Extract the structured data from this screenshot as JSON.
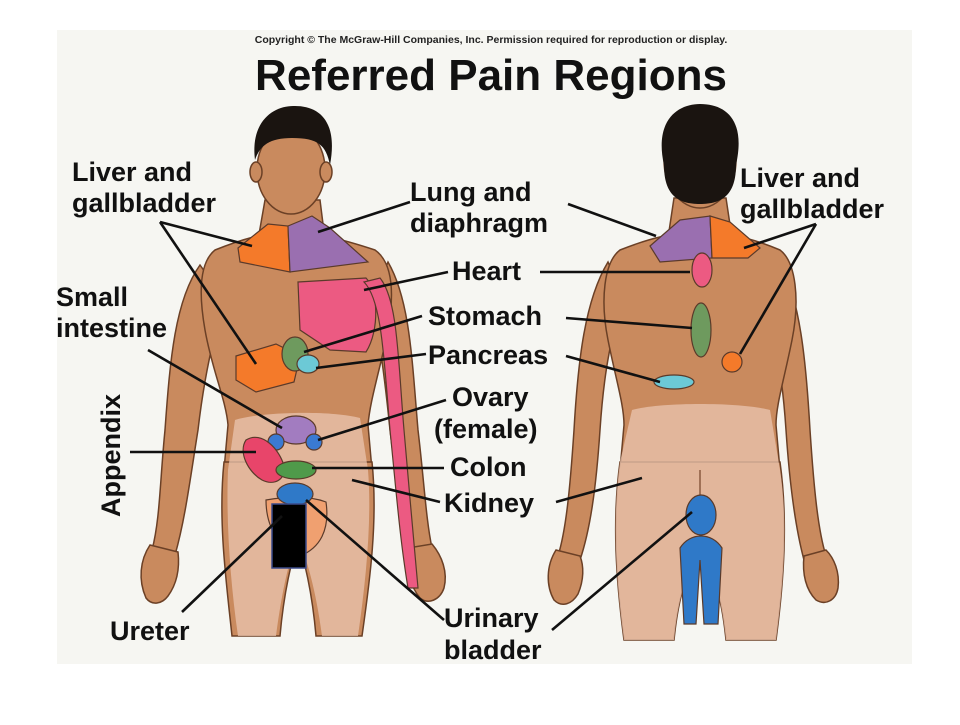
{
  "copyright": "Copyright © The McGraw-Hill Companies, Inc. Permission required for reproduction or display.",
  "title": "Referred Pain Regions",
  "colors": {
    "liver_gallbladder": "#f47a2a",
    "lung_diaphragm": "#9a6fb0",
    "heart": "#ec5a82",
    "stomach": "#6e9a5e",
    "pancreas": "#6cc9d6",
    "small_intestine": "#a27cc0",
    "ovary": "#3a7ad2",
    "appendix": "#e8456a",
    "colon": "#4f9a4a",
    "kidney": "#e9c4b0",
    "ureter": "#f0a070",
    "urinary_bladder": "#2f79c8"
  },
  "labels": {
    "liver_front_1": "Liver and",
    "liver_front_2": "gallbladder",
    "small_int_1": "Small",
    "small_int_2": "intestine",
    "appendix": "Appendix",
    "ureter": "Ureter",
    "lung_1": "Lung and",
    "lung_2": "diaphragm",
    "heart": "Heart",
    "stomach": "Stomach",
    "pancreas": "Pancreas",
    "ovary_1": "Ovary",
    "ovary_2": "(female)",
    "colon": "Colon",
    "kidney": "Kidney",
    "bladder_1": "Urinary",
    "bladder_2": "bladder",
    "liver_back_1": "Liver and",
    "liver_back_2": "gallbladder"
  }
}
